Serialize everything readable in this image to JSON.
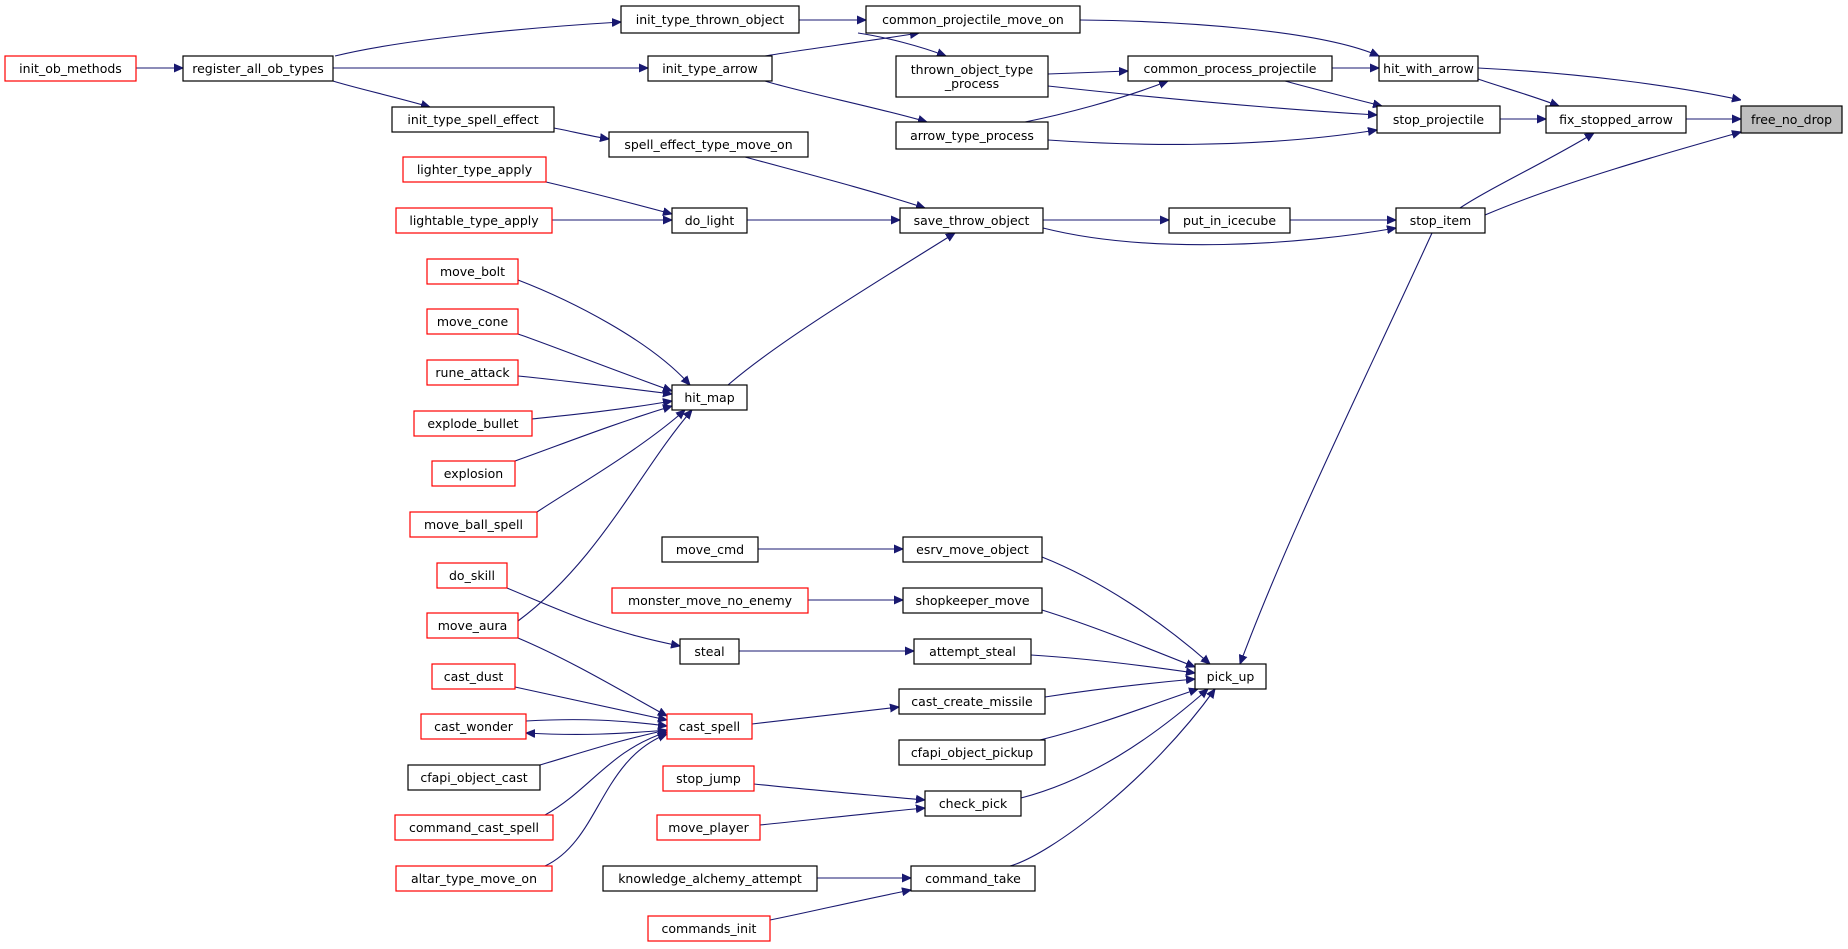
{
  "graph": {
    "nodes": [
      {
        "id": "free_no_drop",
        "lines": [
          "free_no_drop"
        ],
        "style": "grey"
      },
      {
        "id": "hit_with_arrow",
        "lines": [
          "hit_with_arrow"
        ],
        "style": "black"
      },
      {
        "id": "fix_stopped_arrow",
        "lines": [
          "fix_stopped_arrow"
        ],
        "style": "black"
      },
      {
        "id": "stop_item",
        "lines": [
          "stop_item"
        ],
        "style": "black"
      },
      {
        "id": "stop_projectile",
        "lines": [
          "stop_projectile"
        ],
        "style": "black"
      },
      {
        "id": "common_projectile_move_on",
        "lines": [
          "common_projectile_move_on"
        ],
        "style": "black"
      },
      {
        "id": "common_process_projectile",
        "lines": [
          "common_process_projectile"
        ],
        "style": "black"
      },
      {
        "id": "thrown_object_type_process",
        "lines": [
          "thrown_object_type",
          "_process"
        ],
        "style": "black"
      },
      {
        "id": "arrow_type_process",
        "lines": [
          "arrow_type_process"
        ],
        "style": "black"
      },
      {
        "id": "init_type_thrown_object",
        "lines": [
          "init_type_thrown_object"
        ],
        "style": "black"
      },
      {
        "id": "init_type_arrow",
        "lines": [
          "init_type_arrow"
        ],
        "style": "black"
      },
      {
        "id": "register_all_ob_types",
        "lines": [
          "register_all_ob_types"
        ],
        "style": "black"
      },
      {
        "id": "init_ob_methods",
        "lines": [
          "init_ob_methods"
        ],
        "style": "red"
      },
      {
        "id": "init_type_spell_effect",
        "lines": [
          "init_type_spell_effect"
        ],
        "style": "black"
      },
      {
        "id": "spell_effect_type_move_on",
        "lines": [
          "spell_effect_type_move_on"
        ],
        "style": "black"
      },
      {
        "id": "save_throw_object",
        "lines": [
          "save_throw_object"
        ],
        "style": "black"
      },
      {
        "id": "put_in_icecube",
        "lines": [
          "put_in_icecube"
        ],
        "style": "black"
      },
      {
        "id": "do_light",
        "lines": [
          "do_light"
        ],
        "style": "black"
      },
      {
        "id": "lighter_type_apply",
        "lines": [
          "lighter_type_apply"
        ],
        "style": "red"
      },
      {
        "id": "lightable_type_apply",
        "lines": [
          "lightable_type_apply"
        ],
        "style": "red"
      },
      {
        "id": "hit_map",
        "lines": [
          "hit_map"
        ],
        "style": "black"
      },
      {
        "id": "move_bolt",
        "lines": [
          "move_bolt"
        ],
        "style": "red"
      },
      {
        "id": "move_cone",
        "lines": [
          "move_cone"
        ],
        "style": "red"
      },
      {
        "id": "rune_attack",
        "lines": [
          "rune_attack"
        ],
        "style": "red"
      },
      {
        "id": "explode_bullet",
        "lines": [
          "explode_bullet"
        ],
        "style": "red"
      },
      {
        "id": "explosion",
        "lines": [
          "explosion"
        ],
        "style": "red"
      },
      {
        "id": "move_ball_spell",
        "lines": [
          "move_ball_spell"
        ],
        "style": "red"
      },
      {
        "id": "move_aura",
        "lines": [
          "move_aura"
        ],
        "style": "red"
      },
      {
        "id": "do_skill",
        "lines": [
          "do_skill"
        ],
        "style": "red"
      },
      {
        "id": "pick_up",
        "lines": [
          "pick_up"
        ],
        "style": "black"
      },
      {
        "id": "esrv_move_object",
        "lines": [
          "esrv_move_object"
        ],
        "style": "black"
      },
      {
        "id": "move_cmd",
        "lines": [
          "move_cmd"
        ],
        "style": "black"
      },
      {
        "id": "shopkeeper_move",
        "lines": [
          "shopkeeper_move"
        ],
        "style": "black"
      },
      {
        "id": "monster_move_no_enemy",
        "lines": [
          "monster_move_no_enemy"
        ],
        "style": "red"
      },
      {
        "id": "attempt_steal",
        "lines": [
          "attempt_steal"
        ],
        "style": "black"
      },
      {
        "id": "steal",
        "lines": [
          "steal"
        ],
        "style": "black"
      },
      {
        "id": "cast_create_missile",
        "lines": [
          "cast_create_missile"
        ],
        "style": "black"
      },
      {
        "id": "cast_spell",
        "lines": [
          "cast_spell"
        ],
        "style": "red"
      },
      {
        "id": "cast_dust",
        "lines": [
          "cast_dust"
        ],
        "style": "red"
      },
      {
        "id": "cast_wonder",
        "lines": [
          "cast_wonder"
        ],
        "style": "red"
      },
      {
        "id": "cfapi_object_cast",
        "lines": [
          "cfapi_object_cast"
        ],
        "style": "black"
      },
      {
        "id": "command_cast_spell",
        "lines": [
          "command_cast_spell"
        ],
        "style": "red"
      },
      {
        "id": "altar_type_move_on",
        "lines": [
          "altar_type_move_on"
        ],
        "style": "red"
      },
      {
        "id": "cfapi_object_pickup",
        "lines": [
          "cfapi_object_pickup"
        ],
        "style": "black"
      },
      {
        "id": "check_pick",
        "lines": [
          "check_pick"
        ],
        "style": "black"
      },
      {
        "id": "stop_jump",
        "lines": [
          "stop_jump"
        ],
        "style": "red"
      },
      {
        "id": "move_player",
        "lines": [
          "move_player"
        ],
        "style": "red"
      },
      {
        "id": "command_take",
        "lines": [
          "command_take"
        ],
        "style": "black"
      },
      {
        "id": "knowledge_alchemy_attempt",
        "lines": [
          "knowledge_alchemy_attempt"
        ],
        "style": "black"
      },
      {
        "id": "commands_init",
        "lines": [
          "commands_init"
        ],
        "style": "red"
      }
    ],
    "edges": [
      {
        "from": "free_no_drop",
        "to": "hit_with_arrow"
      },
      {
        "from": "free_no_drop",
        "to": "fix_stopped_arrow"
      },
      {
        "from": "free_no_drop",
        "to": "stop_item"
      },
      {
        "from": "fix_stopped_arrow",
        "to": "hit_with_arrow"
      },
      {
        "from": "fix_stopped_arrow",
        "to": "stop_projectile"
      },
      {
        "from": "fix_stopped_arrow",
        "to": "stop_item"
      },
      {
        "from": "hit_with_arrow",
        "to": "common_projectile_move_on"
      },
      {
        "from": "hit_with_arrow",
        "to": "common_process_projectile"
      },
      {
        "from": "stop_projectile",
        "to": "common_process_projectile"
      },
      {
        "from": "stop_projectile",
        "to": "thrown_object_type_process"
      },
      {
        "from": "stop_projectile",
        "to": "arrow_type_process"
      },
      {
        "from": "common_projectile_move_on",
        "to": "init_type_thrown_object"
      },
      {
        "from": "common_projectile_move_on",
        "to": "init_type_arrow"
      },
      {
        "from": "common_process_projectile",
        "to": "thrown_object_type_process"
      },
      {
        "from": "common_process_projectile",
        "to": "arrow_type_process"
      },
      {
        "from": "thrown_object_type_process",
        "to": "init_type_thrown_object"
      },
      {
        "from": "arrow_type_process",
        "to": "init_type_arrow"
      },
      {
        "from": "init_type_thrown_object",
        "to": "register_all_ob_types"
      },
      {
        "from": "init_type_arrow",
        "to": "register_all_ob_types"
      },
      {
        "from": "init_type_spell_effect",
        "to": "register_all_ob_types"
      },
      {
        "from": "register_all_ob_types",
        "to": "init_ob_methods"
      },
      {
        "from": "spell_effect_type_move_on",
        "to": "init_type_spell_effect"
      },
      {
        "from": "save_throw_object",
        "to": "spell_effect_type_move_on"
      },
      {
        "from": "save_throw_object",
        "to": "do_light"
      },
      {
        "from": "save_throw_object",
        "to": "hit_map"
      },
      {
        "from": "stop_item",
        "to": "put_in_icecube"
      },
      {
        "from": "stop_item",
        "to": "save_throw_object"
      },
      {
        "from": "stop_item",
        "to": "pick_up"
      },
      {
        "from": "put_in_icecube",
        "to": "save_throw_object"
      },
      {
        "from": "do_light",
        "to": "lighter_type_apply"
      },
      {
        "from": "do_light",
        "to": "lightable_type_apply"
      },
      {
        "from": "hit_map",
        "to": "move_bolt"
      },
      {
        "from": "hit_map",
        "to": "move_cone"
      },
      {
        "from": "hit_map",
        "to": "rune_attack"
      },
      {
        "from": "hit_map",
        "to": "explode_bullet"
      },
      {
        "from": "hit_map",
        "to": "explosion"
      },
      {
        "from": "hit_map",
        "to": "move_ball_spell"
      },
      {
        "from": "hit_map",
        "to": "move_aura"
      },
      {
        "from": "pick_up",
        "to": "esrv_move_object"
      },
      {
        "from": "pick_up",
        "to": "shopkeeper_move"
      },
      {
        "from": "pick_up",
        "to": "attempt_steal"
      },
      {
        "from": "pick_up",
        "to": "cast_create_missile"
      },
      {
        "from": "pick_up",
        "to": "cfapi_object_pickup"
      },
      {
        "from": "pick_up",
        "to": "check_pick"
      },
      {
        "from": "pick_up",
        "to": "command_take"
      },
      {
        "from": "esrv_move_object",
        "to": "move_cmd"
      },
      {
        "from": "shopkeeper_move",
        "to": "monster_move_no_enemy"
      },
      {
        "from": "attempt_steal",
        "to": "steal"
      },
      {
        "from": "steal",
        "to": "do_skill"
      },
      {
        "from": "cast_create_missile",
        "to": "cast_spell"
      },
      {
        "from": "cast_spell",
        "to": "move_aura"
      },
      {
        "from": "cast_spell",
        "to": "cast_dust"
      },
      {
        "from": "cast_spell",
        "to": "cast_wonder"
      },
      {
        "from": "cast_spell",
        "to": "cfapi_object_cast"
      },
      {
        "from": "cast_spell",
        "to": "command_cast_spell"
      },
      {
        "from": "cast_spell",
        "to": "altar_type_move_on"
      },
      {
        "from": "cast_wonder",
        "to": "cast_spell"
      },
      {
        "from": "check_pick",
        "to": "stop_jump"
      },
      {
        "from": "check_pick",
        "to": "move_player"
      },
      {
        "from": "command_take",
        "to": "knowledge_alchemy_attempt"
      },
      {
        "from": "command_take",
        "to": "commands_init"
      }
    ]
  }
}
